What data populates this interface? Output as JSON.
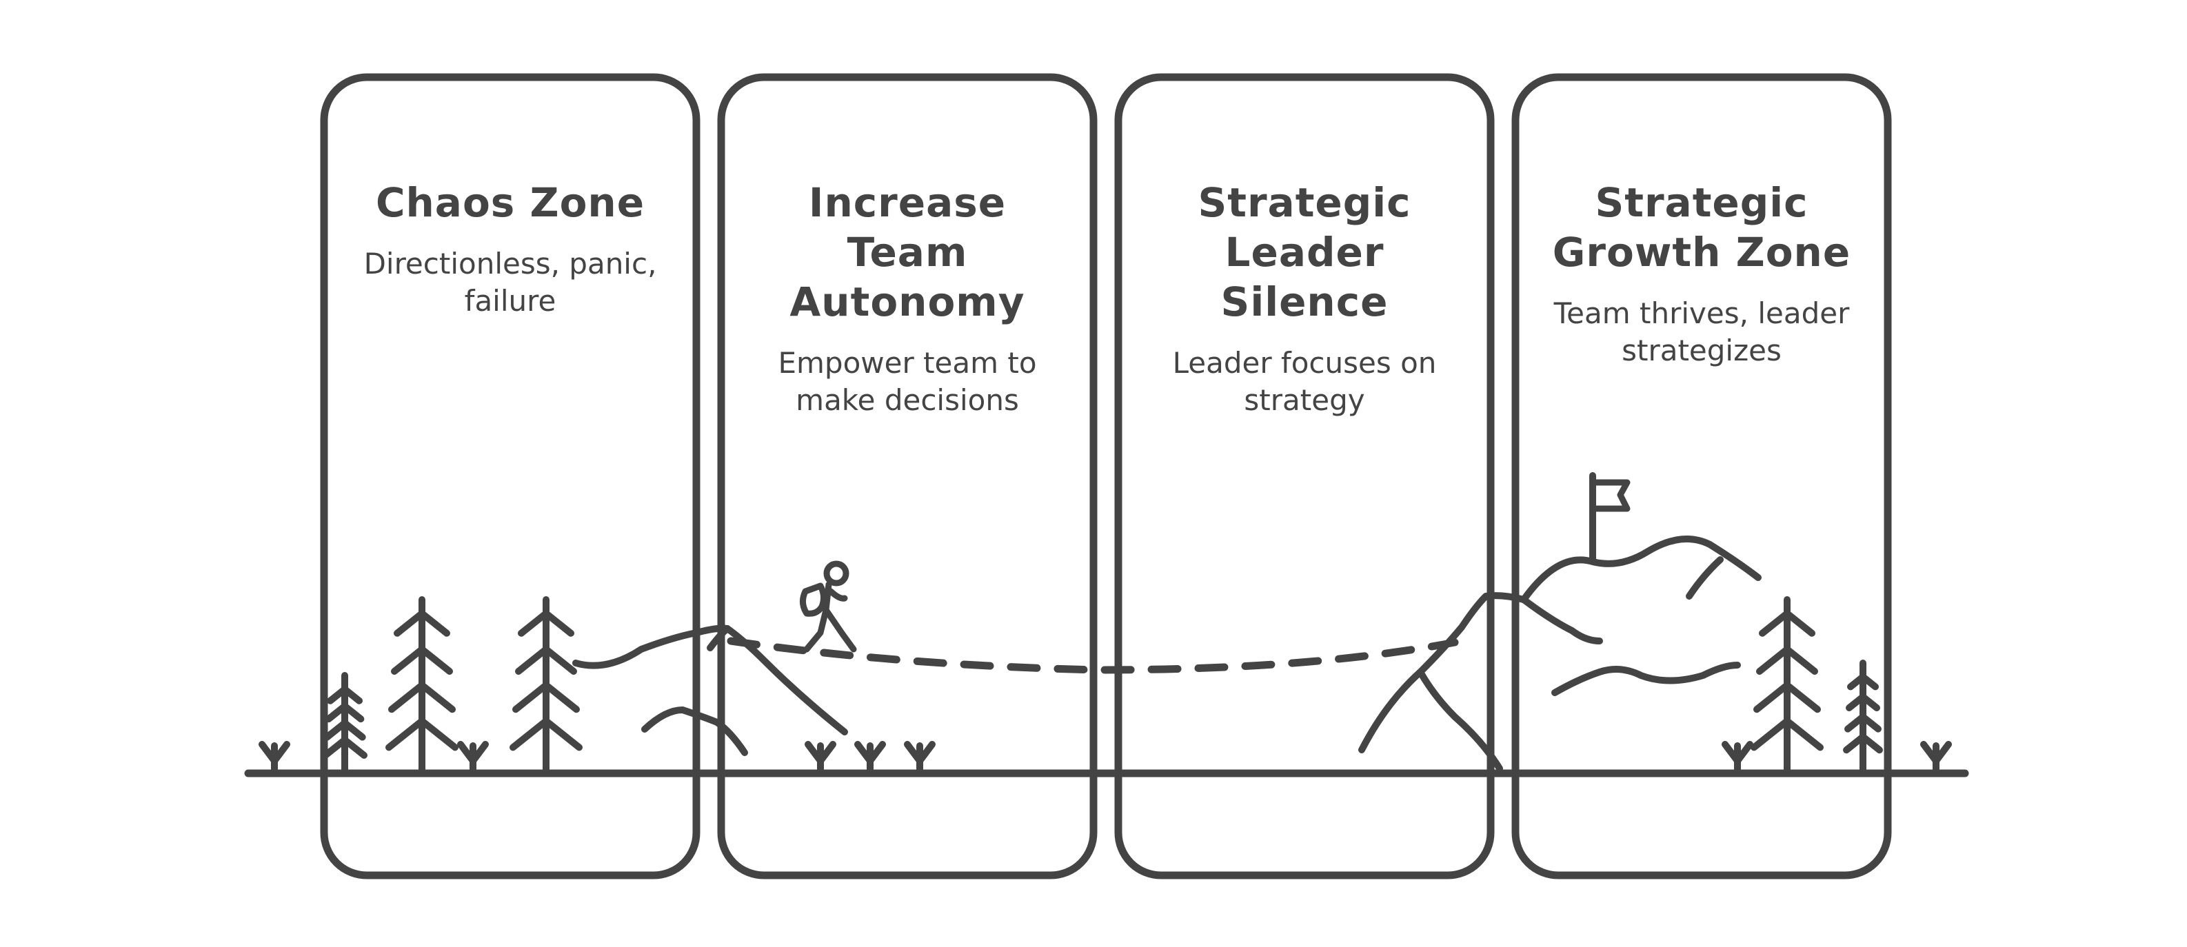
{
  "diagram": {
    "ink_color": "#444444",
    "background": "#ffffff",
    "cards": [
      {
        "title": "Chaos Zone",
        "description": "Directionless, panic, failure"
      },
      {
        "title": "Increase Team Autonomy",
        "description": "Empower team to make decisions"
      },
      {
        "title": "Strategic Leader Silence",
        "description": "Leader focuses on strategy"
      },
      {
        "title": "Strategic Growth Zone",
        "description": "Team thrives, leader strategizes"
      }
    ],
    "icons": [
      "tree-icon",
      "grass-icon",
      "hill-icon",
      "mountain-icon",
      "hiker-icon",
      "flag-icon",
      "path-line"
    ]
  }
}
